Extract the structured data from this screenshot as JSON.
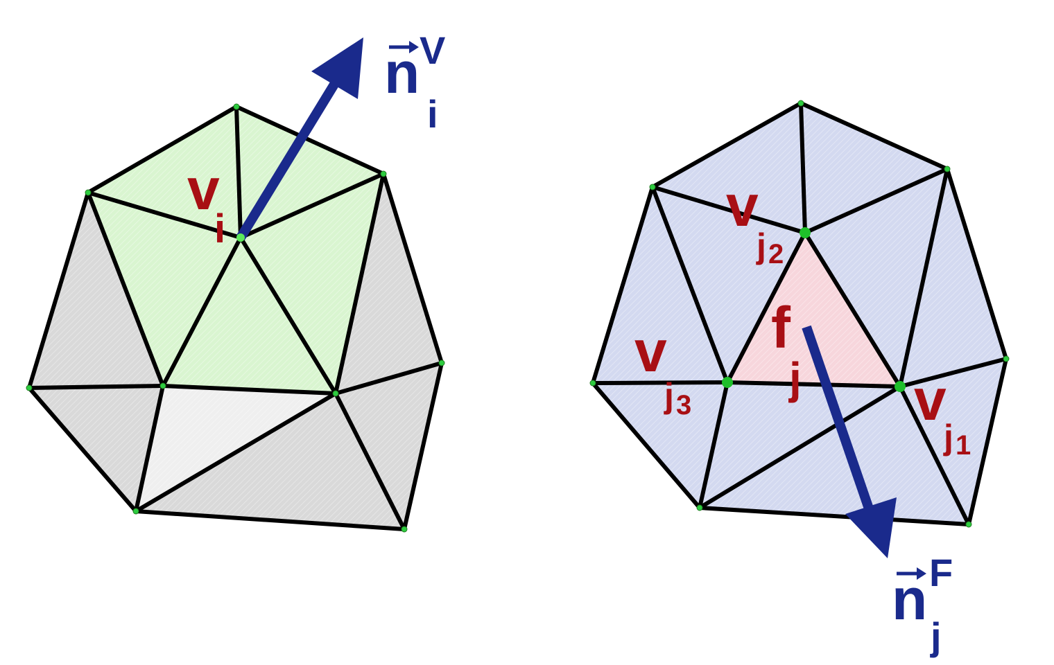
{
  "colors": {
    "edge": "#000000",
    "vertex": "#2ecc40",
    "vertex_highlight": "#5be85b",
    "label_red": "#a80f14",
    "arrow_blue": "#1a2a8c",
    "left_star_fill": "#d9f5d0",
    "left_outer_fill": "#d9d9d9",
    "left_bottom_fill": "#efefef",
    "right_fill": "#d3d9f0",
    "right_face_fill": "#f7d6dc"
  },
  "left_mesh": {
    "vertex_label": {
      "main": "v",
      "sub": "i"
    },
    "normal_label": {
      "main": "n",
      "sup": "V",
      "sub": "i"
    }
  },
  "right_mesh": {
    "face_label": {
      "main": "f",
      "sub": "j"
    },
    "vertex_labels": [
      {
        "main": "v",
        "sub": "j",
        "subsub": "2"
      },
      {
        "main": "v",
        "sub": "j",
        "subsub": "3"
      },
      {
        "main": "v",
        "sub": "j",
        "subsub": "1"
      }
    ],
    "normal_label": {
      "main": "n",
      "sup": "F",
      "sub": "j"
    }
  }
}
